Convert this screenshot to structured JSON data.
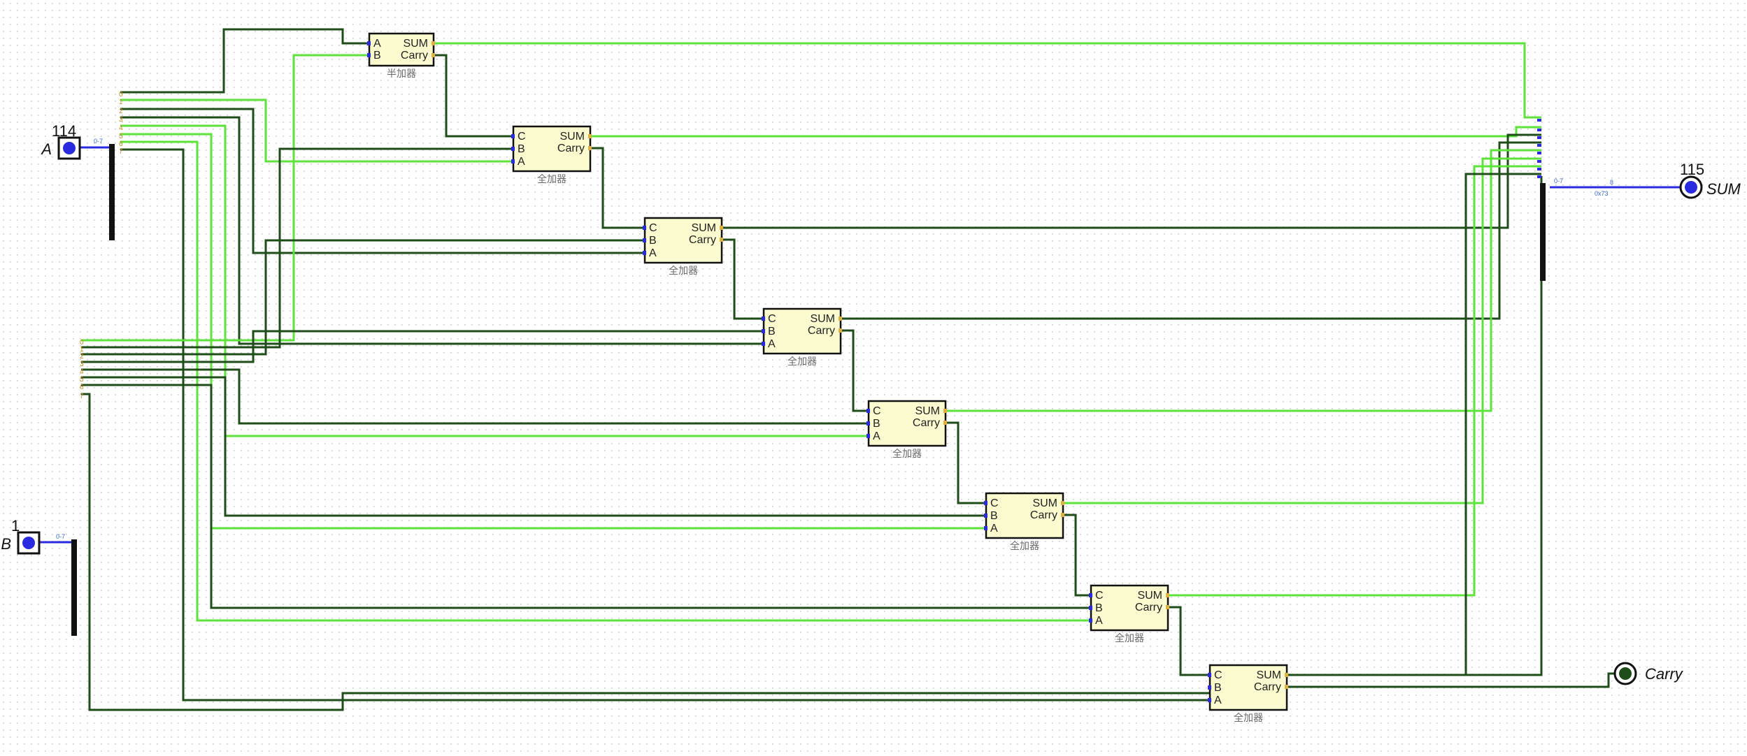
{
  "inputs": {
    "a": {
      "label": "A",
      "value": "114",
      "range": "0-7"
    },
    "b": {
      "label": "B",
      "value": "1",
      "range": "0-7"
    }
  },
  "outputs": {
    "sum": {
      "label": "SUM",
      "value": "115",
      "range": "0-7",
      "bus_width": "8",
      "bus_hex": "0x73"
    },
    "carry": {
      "label": "Carry"
    }
  },
  "split_bits": [
    "0",
    "1",
    "2",
    "3",
    "4",
    "5",
    "6",
    "7"
  ],
  "components": [
    {
      "inputs": [
        "A",
        "B"
      ],
      "outputs": [
        "SUM",
        "Carry"
      ],
      "name": "半加器"
    },
    {
      "inputs": [
        "C",
        "B",
        "A"
      ],
      "outputs": [
        "SUM",
        "Carry"
      ],
      "name": "全加器"
    },
    {
      "inputs": [
        "C",
        "B",
        "A"
      ],
      "outputs": [
        "SUM",
        "Carry"
      ],
      "name": "全加器"
    },
    {
      "inputs": [
        "C",
        "B",
        "A"
      ],
      "outputs": [
        "SUM",
        "Carry"
      ],
      "name": "全加器"
    },
    {
      "inputs": [
        "C",
        "B",
        "A"
      ],
      "outputs": [
        "SUM",
        "Carry"
      ],
      "name": "全加器"
    },
    {
      "inputs": [
        "C",
        "B",
        "A"
      ],
      "outputs": [
        "SUM",
        "Carry"
      ],
      "name": "全加器"
    },
    {
      "inputs": [
        "C",
        "B",
        "A"
      ],
      "outputs": [
        "SUM",
        "Carry"
      ],
      "name": "全加器"
    },
    {
      "inputs": [
        "C",
        "B",
        "A"
      ],
      "outputs": [
        "SUM",
        "Carry"
      ],
      "name": "全加器"
    }
  ],
  "colors": {
    "wire_high": "#5ee33a",
    "wire_low": "#1f4d1a",
    "bus": "#2a2ae0",
    "block_fill": "#fbfbcf",
    "pin_in": "#2a2ae0",
    "pin_out": "#e0b040",
    "grid_dot": "#c9c9c9"
  }
}
